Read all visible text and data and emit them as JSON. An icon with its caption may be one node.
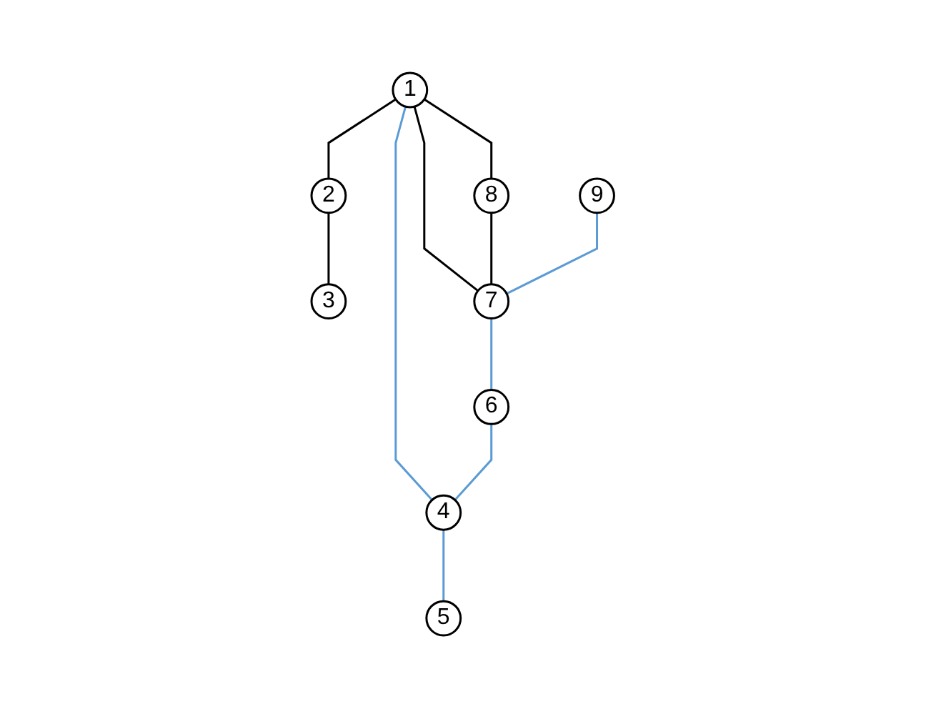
{
  "diagram": {
    "nodes": [
      {
        "text": [
          "1"
        ]
      },
      {
        "text": [
          "2"
        ]
      },
      {
        "text": [
          "3"
        ]
      },
      {
        "text": [
          "4"
        ]
      },
      {
        "text": [
          "5"
        ]
      },
      {
        "text": [
          "6"
        ]
      },
      {
        "text": [
          "7"
        ]
      },
      {
        "text": [
          "8"
        ]
      },
      {
        "text": [
          "9"
        ]
      }
    ],
    "edges": [
      {
        "from": 0,
        "to": 1,
        "arrow": "none"
      },
      {
        "from": 1,
        "to": 2,
        "arrow": "none"
      },
      {
        "from": 0,
        "to": 3,
        "arrow": "none",
        "color": "#5b9bd5"
      },
      {
        "from": 0,
        "to": 7,
        "arrow": "none"
      },
      {
        "from": 0,
        "to": 6,
        "arrow": "none"
      },
      {
        "from": 7,
        "to": 6,
        "arrow": "none"
      },
      {
        "from": 8,
        "to": 6,
        "arrow": "none",
        "color": "#5b9bd5"
      },
      {
        "from": 6,
        "to": 5,
        "arrow": "none",
        "color": "#5b9bd5"
      },
      {
        "from": 5,
        "to": 3,
        "arrow": "none",
        "color": "#5b9bd5"
      },
      {
        "from": 3,
        "to": 4,
        "arrow": "none",
        "color": "#5b9bd5"
      }
    ]
  }
}
